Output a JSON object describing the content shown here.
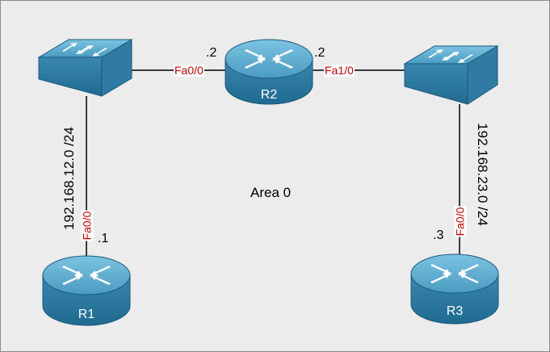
{
  "area": "Area 0",
  "devices": {
    "r1": {
      "name": "R1",
      "icon": "router-icon"
    },
    "r2": {
      "name": "R2",
      "icon": "router-icon"
    },
    "r3": {
      "name": "R3",
      "icon": "router-icon"
    },
    "sw_left": {
      "icon": "switch-icon"
    },
    "sw_right": {
      "icon": "switch-icon"
    }
  },
  "networks": {
    "left": "192.168.12.0 /24",
    "right": "192.168.23.0 /24"
  },
  "interfaces": {
    "r2_left": "Fa0/0",
    "r2_right": "Fa1/0",
    "r1": "Fa0/0",
    "r3": "Fa0/0"
  },
  "host_ids": {
    "r2_left": ".2",
    "r2_right": ".2",
    "r1": ".1",
    "r3": ".3"
  },
  "colors": {
    "device_fill": "#4a9bc1",
    "device_dark": "#1f6a90",
    "interface_text": "#cc0000",
    "background": "#ececec"
  }
}
